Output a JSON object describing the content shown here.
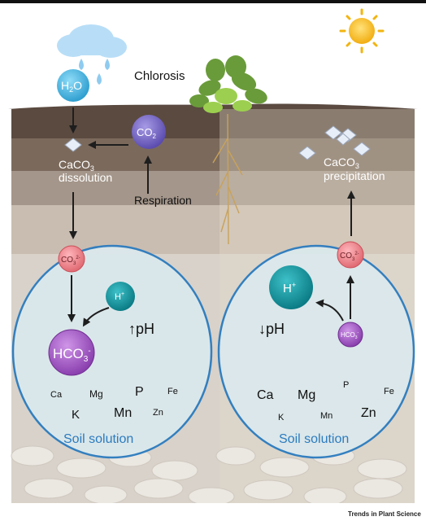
{
  "top_labels": {
    "chlorosis": "Chlorosis",
    "respiration": "Respiration"
  },
  "left_panel": {
    "h2o": "H",
    "h2o_sub": "2",
    "h2o_tail": "O",
    "co2": "CO",
    "co2_sub": "2",
    "caco3_line1": "CaCO",
    "caco3_sub": "3",
    "caco3_line2": "dissolution",
    "co3": "CO",
    "co3_sub": "3",
    "co3_sup": "2-",
    "h_plus": "H",
    "h_plus_sup": "+",
    "ph_label": "pH",
    "ph_arrow": "↑",
    "hco3": "HCO",
    "hco3_sub": "3",
    "hco3_sup": "-",
    "nutrients": [
      "Ca",
      "Mg",
      "P",
      "Fe",
      "K",
      "Mn",
      "Zn"
    ],
    "soil_solution": "Soil solution"
  },
  "right_panel": {
    "caco3_line1": "CaCO",
    "caco3_sub": "3",
    "caco3_line2": "precipitation",
    "co3": "CO",
    "co3_sub": "3",
    "co3_sup": "2-",
    "h_plus": "H",
    "h_plus_sup": "+",
    "ph_label": "pH",
    "ph_arrow": "↓",
    "hco3": "HCO",
    "hco3_sub": "3",
    "hco3_sup": "-",
    "nutrients": [
      "Ca",
      "Mg",
      "P",
      "Fe",
      "K",
      "Mn",
      "Zn"
    ],
    "soil_solution": "Soil solution"
  },
  "footer": {
    "credit": "Trends in Plant Science"
  },
  "colors": {
    "water_blue": "#4fb8e3",
    "co2_purple": "#7b6cc4",
    "co3_pink": "#ef8c93",
    "h_teal": "#139aa3",
    "hco3_purple": "#a85fc7",
    "soil_solution_text": "#2b7bbf",
    "sun_yellow": "#f8c01c"
  }
}
